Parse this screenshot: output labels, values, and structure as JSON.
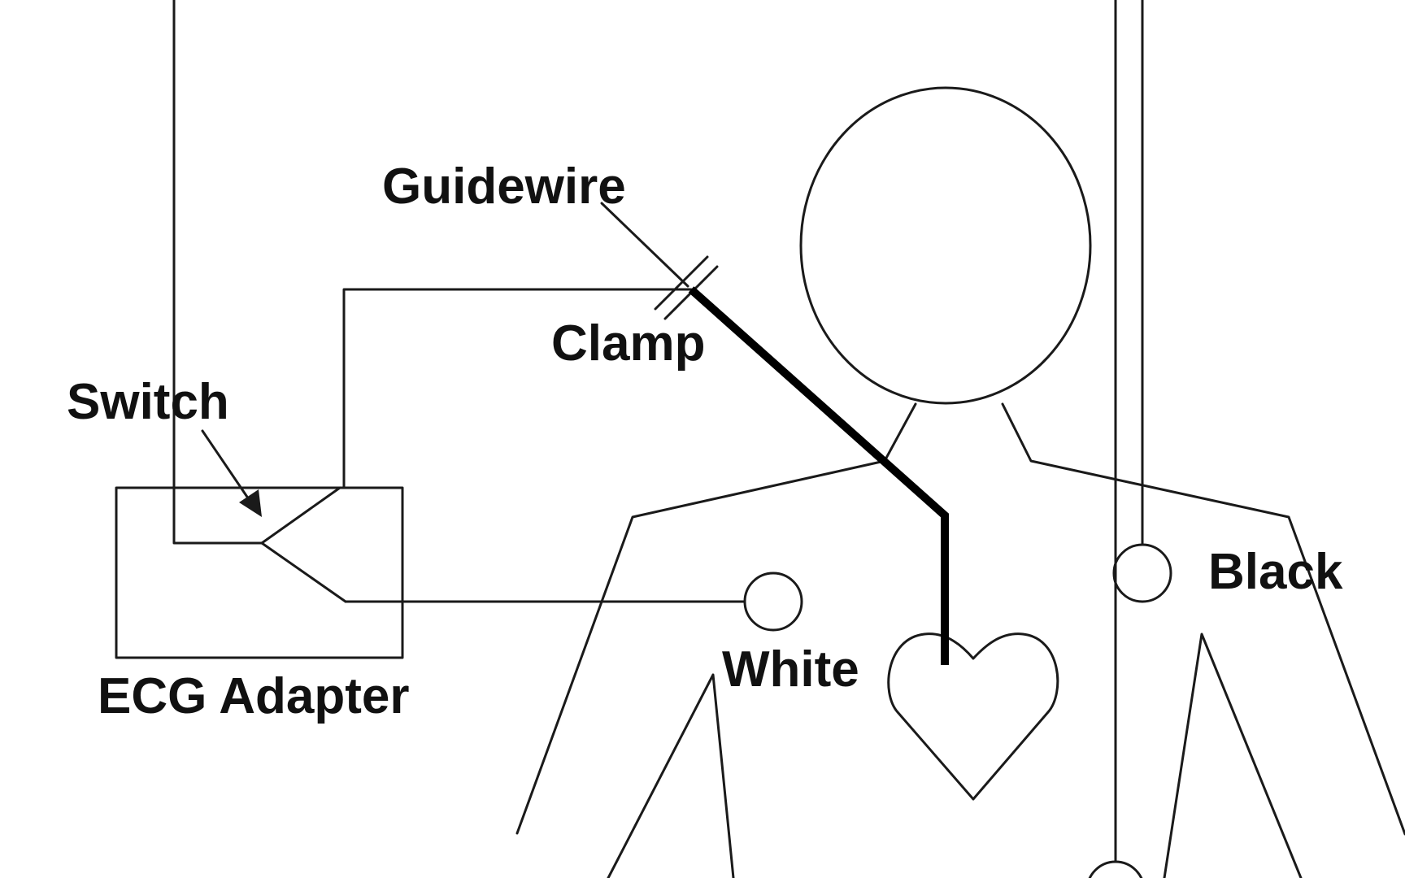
{
  "labels": {
    "guidewire": "Guidewire",
    "clamp": "Clamp",
    "switch": "Switch",
    "ecg_adapter": "ECG Adapter",
    "white": "White",
    "black": "Black"
  },
  "colors": {
    "line": "#1a1a1a",
    "guidewire": "#000000",
    "background": "#ffffff"
  }
}
